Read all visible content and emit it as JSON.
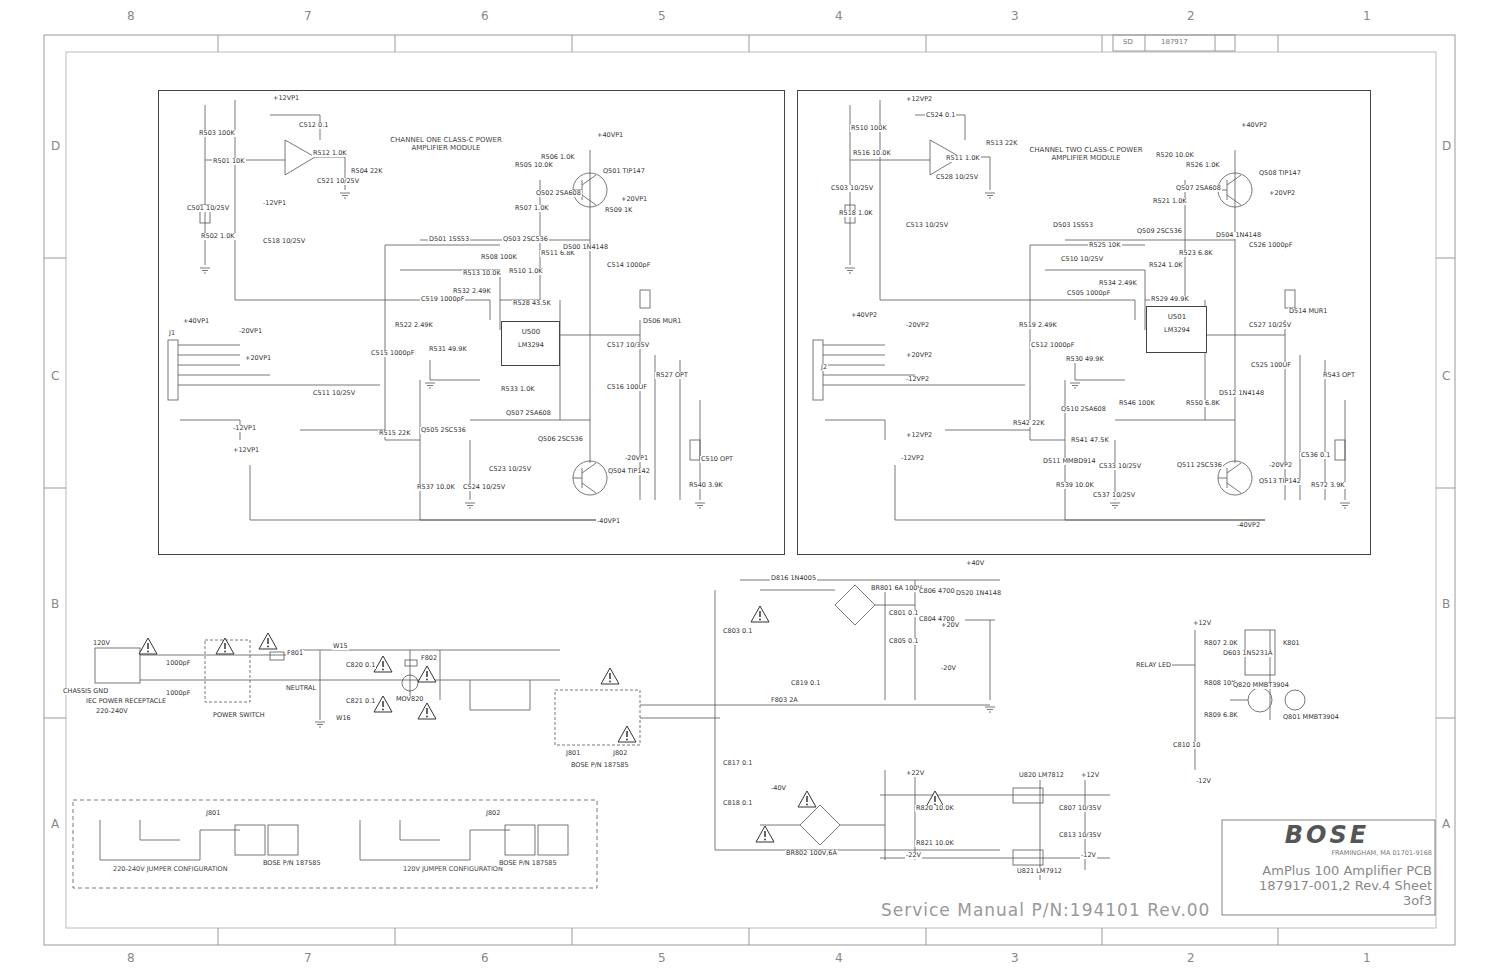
{
  "diagram": {
    "nodes": [
      {
        "text": [
          "CHANNEL ONE CLASS-C POWER AMPLIFIER MODULE"
        ]
      },
      {
        "text": [
          "U500",
          "LM3294"
        ],
        "in": 0
      },
      {
        "text": [
          "CHANNEL TWO CLASS-C POWER AMPLIFIER MODULE"
        ]
      },
      {
        "text": [
          "U501",
          "LM3294"
        ],
        "in": 2
      },
      {
        "text": [
          "BOSE",
          "FRAMINGHAM, MA 01701-9168",
          "AmPlus 100 Amplifier PCB 187917-001,2 Rev.4 Sheet 3of3"
        ]
      },
      {
        "text": [
          "220-240V JUMPER CONFIGURATION",
          "120V JUMPER CONFIGURATION"
        ]
      }
    ],
    "labels": [
      "8",
      "7",
      "6",
      "5",
      "4",
      "3",
      "2",
      "1",
      "8",
      "7",
      "6",
      "5",
      "4",
      "3",
      "2",
      "1",
      "D",
      "C",
      "B",
      "A",
      "D",
      "C",
      "B",
      "A",
      "SD",
      "187917",
      "R503 100K",
      "R501 10K",
      "C501 10/25V",
      "R502 1.0K",
      "+12VP1",
      "C512 0.1",
      "R512 1.0K",
      "C521 10/25V",
      "R504 22K",
      "-12VP1",
      "C518 10/25V",
      "R505 10.0K",
      "R506 1.0K",
      "Q501 TIP147",
      "+40VP1",
      "Q502 2SA608",
      "R509 1K",
      "+20VP1",
      "R507 1.0K",
      "D501 1SS53",
      "Q503 2SC536",
      "R511 6.8K",
      "R508 100K",
      "D500 1N4148",
      "C514 1000pF",
      "R513 10.0K",
      "R510 1.0K",
      "C519 1000pF",
      "R532 2.49K",
      "R528 43.5K",
      "R522 2.49K",
      "C515 1000pF",
      "R531 49.9K",
      "C517 10/35V",
      "D506 MUR1",
      "R527 OPT",
      "C516 100UF",
      "R533 1.0K",
      "Q507 2SA608",
      "C511 10/25V",
      "R515 22K",
      "Q505 2SC536",
      "Q506 2SC536",
      "C523 10/25V",
      "C524 10/25V",
      "R537 10.0K",
      "Q504 TIP142",
      "-20VP1",
      "-40VP1",
      "R540 3.9K",
      "C510 OPT",
      "J1",
      "+40VP1",
      "-20VP1",
      "+20VP1",
      "+12VP1",
      "-12VP1",
      "+12VP2",
      "C524 0.1",
      "R510 100K",
      "R516 10.0K",
      "R511 1.0K",
      "C528 10/25V",
      "R513 22K",
      "C503 10/25V",
      "R518 1.0K",
      "C513 10/25V",
      "+40VP2",
      "R520 10.0K",
      "R526 1.0K",
      "Q508 TIP147",
      "Q507 2SA608",
      "R521 1.0K",
      "+20VP2",
      "D503 1SS53",
      "Q509 2SC536",
      "R525 10K",
      "D504 1N4148",
      "C526 1000pF",
      "R523 6.8K",
      "R524 1.0K",
      "C510 10/25V",
      "C505 1000pF",
      "R534 2.49K",
      "R529 49.9K",
      "R519 2.49K",
      "C512 1000pF",
      "R530 49.9K",
      "C527 10/25V",
      "D514 MUR1",
      "C525 100UF",
      "R543 OPT",
      "Q510 2SA608",
      "R546 100K",
      "R550 6.8K",
      "D512 1N4148",
      "R542 22K",
      "R541 47.5K",
      "D511 MMBD914",
      "C533 10/25V",
      "R539 10.0K",
      "C537 10/25V",
      "Q511 2SC536",
      "Q513 TIP142",
      "-20VP2",
      "-40VP2",
      "C536 0.1",
      "R572 3.9K",
      "J2",
      "+40VP2",
      "-20VP2",
      "+20VP2",
      "-12VP2",
      "+12VP2",
      "-12VP2",
      "120V",
      "CHASSIS GND",
      "IEC POWER RECEPTACLE",
      "220-240V",
      "1000pF",
      "1000pF",
      "POWER SWITCH",
      "F801",
      "NEUTRAL",
      "W15",
      "W16",
      "C820 0.1",
      "C821 0.1",
      "F802",
      "MOV820",
      "J801",
      "J802",
      "BOSE P/N 187585",
      "BR801 6A 100V",
      "D816 1N4005",
      "C803 0.1",
      "C801 0.1",
      "C805 0.1",
      "C806 4700",
      "C804 4700",
      "+40V",
      "D520 1N4148",
      "+20V",
      "-20V",
      "F803 2A",
      "C819 0.1",
      "C817 0.1",
      "C818 0.1",
      "-40V",
      "BR802 100V,6A",
      "+22V",
      "U820 LM7812",
      "+12V",
      "-22V",
      "U821 LM7912",
      "-12V",
      "C807 10/35V",
      "C813 10/35V",
      "R820 10.0K",
      "R821 10.0K",
      "RELAY LED",
      "+12V",
      "R807 2.0K",
      "R808 10K",
      "R809 6.8K",
      "C810 10",
      "D603 1N5231A",
      "K801",
      "Q820 MMBT3904",
      "Q801 MMBT3904",
      "-12V",
      "J801",
      "BOSE P/N 187585",
      "J802",
      "BOSE P/N 187585",
      "Service Manual P/N:194101 Rev.00"
    ]
  }
}
